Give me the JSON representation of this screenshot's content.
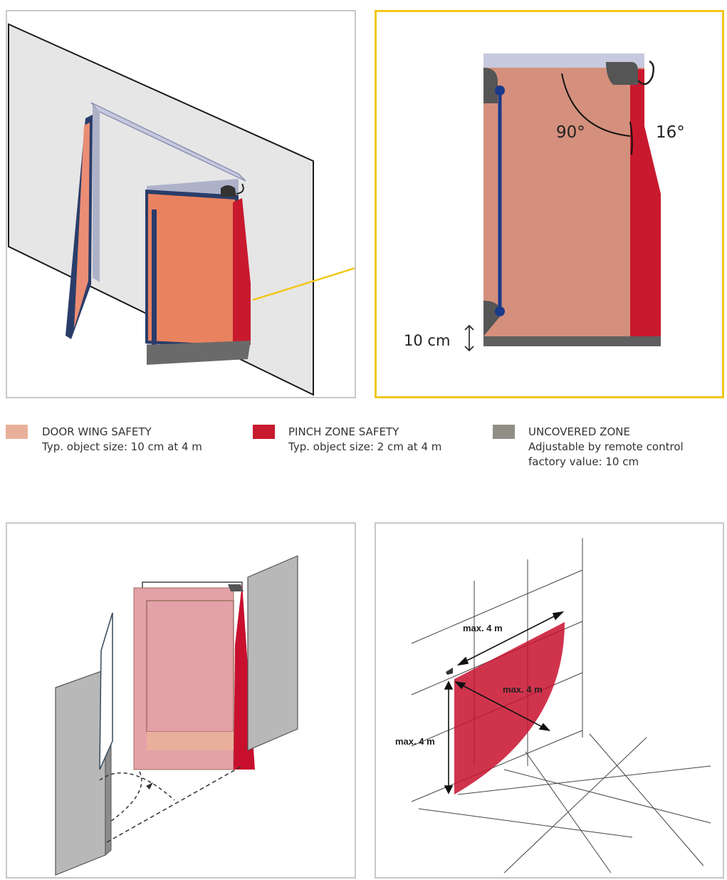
{
  "detail": {
    "angle_open": "90°",
    "angle_pinch": "16°",
    "uncovered_height": "10 cm"
  },
  "legend": [
    {
      "title": "DOOR WING SAFETY",
      "lines": [
        "Typ. object size: 10 cm at 4 m"
      ],
      "color": "#e8b09b"
    },
    {
      "title": "PINCH ZONE SAFETY",
      "lines": [
        "Typ. object size: 2 cm at 4 m"
      ],
      "color": "#c8192e"
    },
    {
      "title": "UNCOVERED ZONE",
      "lines": [
        "Adjustable by remote control",
        "factory value: 10 cm"
      ],
      "color": "#8f8f86"
    }
  ],
  "range": {
    "width_label": "max. 4 m",
    "diagonal_label": "max. 4 m",
    "height_label": "max. 4 m"
  }
}
